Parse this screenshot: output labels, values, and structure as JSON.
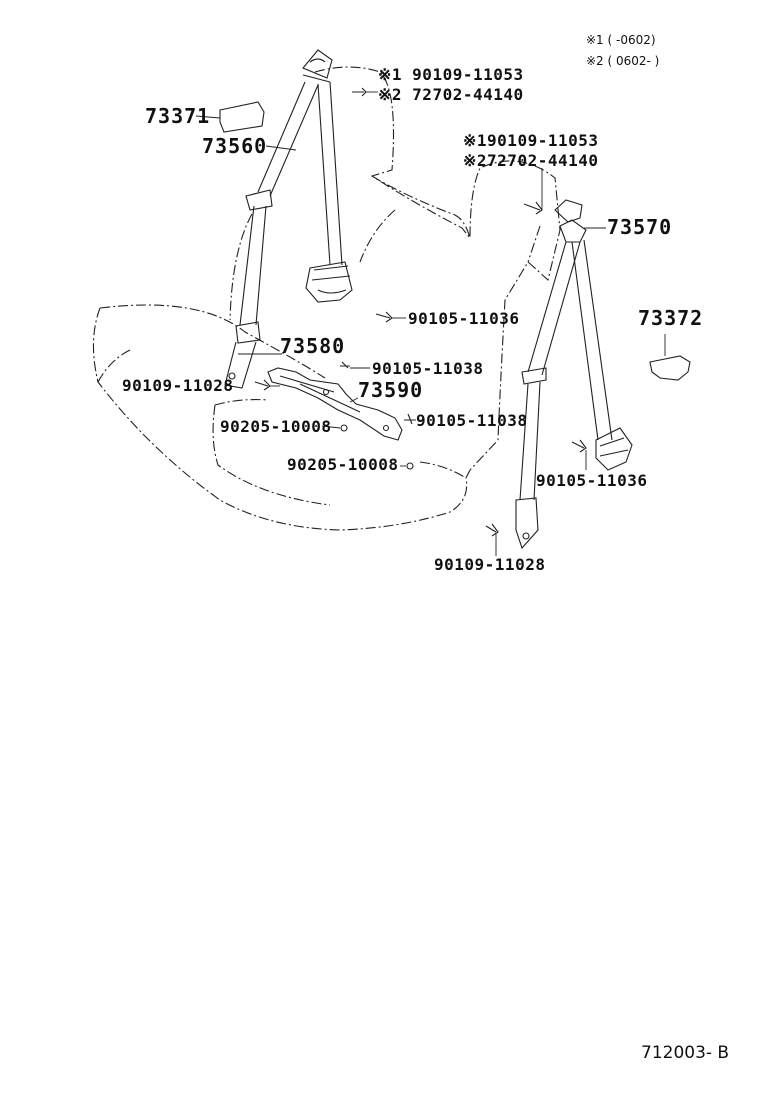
{
  "legend": {
    "note1": "※1 (      -0602)",
    "note2": "※2 ( 0602-      )"
  },
  "parts": {
    "p73371": "73371",
    "p73560": "73560",
    "p73580": "73580",
    "p73590": "73590",
    "p73570": "73570",
    "p73372": "73372",
    "bolt_left_top1": "※1 90109-11053",
    "bolt_left_top2": "※2 72702-44140",
    "bolt_right_top1": "※190109-11053",
    "bolt_right_top2": "※272702-44140",
    "bolt_retractor_left": "90105-11036",
    "bolt_buckle_upper": "90105-11038",
    "bolt_buckle_lower": "90105-11038",
    "bolt_anchor_left": "90109-11028",
    "washer_upper": "90205-10008",
    "washer_lower": "90205-10008",
    "bolt_retractor_right": "90105-11036",
    "bolt_anchor_right": "90109-11028"
  },
  "footer": {
    "code": "712003- B"
  }
}
